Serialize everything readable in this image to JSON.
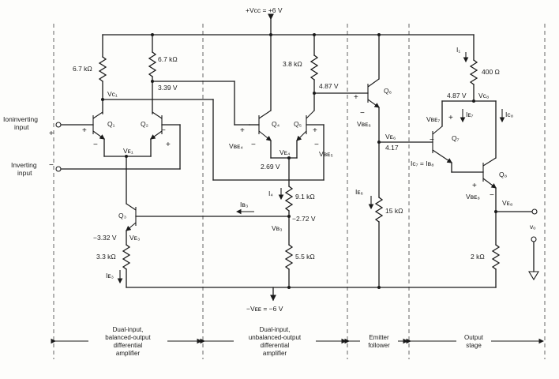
{
  "supply": {
    "vcc": "+Vᴄᴄ = +6 V",
    "vee": "−Vᴇᴇ = −6 V"
  },
  "inputs": {
    "noninverting": [
      "Ioninverting",
      "input"
    ],
    "inverting": [
      "Inverting",
      "input"
    ]
  },
  "resistors": {
    "rc1": "6.7 kΩ",
    "rc2": "6.7 kΩ",
    "rc5": "3.8 kΩ",
    "r400": "400 Ω",
    "re3": "3.3 kΩ",
    "r91": "9.1 kΩ",
    "r55": "5.5 kΩ",
    "r15": "15 kΩ",
    "r2": "2 kΩ"
  },
  "transistors": {
    "q1": "Q₁",
    "q2": "Q₂",
    "q3": "Q₃",
    "q4": "Q₄",
    "q5": "Q₅",
    "q6": "Q₆",
    "q7": "Q₇",
    "q8": "Q₈"
  },
  "nodes": {
    "vc1": "Vᴄ₁",
    "v339": "3.39 V",
    "ve1": "Vᴇ₁",
    "v487": "4.87 V",
    "v487b": "4.87 V",
    "vc8": "Vᴄ₈",
    "ve6": "Vᴇ₆",
    "v417": "4.17",
    "v269": "2.69 V",
    "ve4": "Vᴇ₄",
    "vbe4": "Vʙᴇ₄",
    "vbe5": "Vʙᴇ₅",
    "vbe6": "Vʙᴇ₆",
    "vbe7": "Vʙᴇ₇",
    "vbe8": "Vʙᴇ₈",
    "ve8": "Vᴇ₈",
    "vm272": "−2.72 V",
    "vb3": "Vʙ₃",
    "vm332": "−3.32 V",
    "ve3": "Vᴇ₃",
    "vo": "vₒ"
  },
  "currents": {
    "i1": "I₁",
    "ie7": "Iᴇ₇",
    "ic8": "Iᴄ₈",
    "ic7eq": "Iᴄ₇ = Iʙ₈",
    "i4": "I₄",
    "ib3": "Iʙ₃",
    "ie6": "Iᴇ₆",
    "ie3": "Iᴇ₃"
  },
  "sections": {
    "s1": [
      "Dual-input,",
      "balanced-output",
      "differential",
      "amplifier"
    ],
    "s2": [
      "Dual-input,",
      "unbalanced-output",
      "differential",
      "amplifier"
    ],
    "s3": [
      "Emitter",
      "follower"
    ],
    "s4": [
      "Output",
      "stage"
    ]
  }
}
